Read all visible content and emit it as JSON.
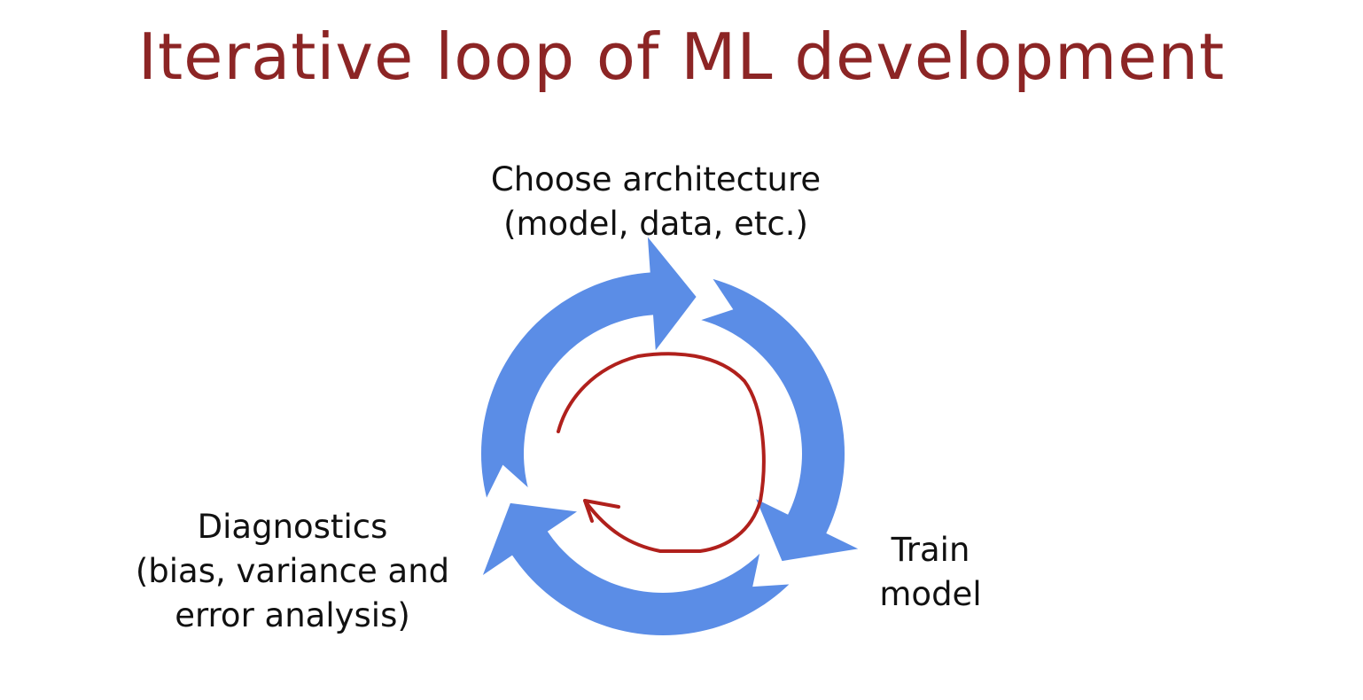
{
  "slide": {
    "title": "Iterative loop of ML development",
    "steps": [
      {
        "line1": "Choose architecture",
        "line2": "(model, data, etc.)"
      },
      {
        "line1": "Train",
        "line2": "model"
      },
      {
        "line1": "Diagnostics",
        "line2": "(bias, variance and",
        "line3": "error analysis)"
      }
    ]
  },
  "colors": {
    "title": "#8c2525",
    "arrows": "#5b8de6",
    "annotation": "#b0201c",
    "text": "#111111"
  }
}
